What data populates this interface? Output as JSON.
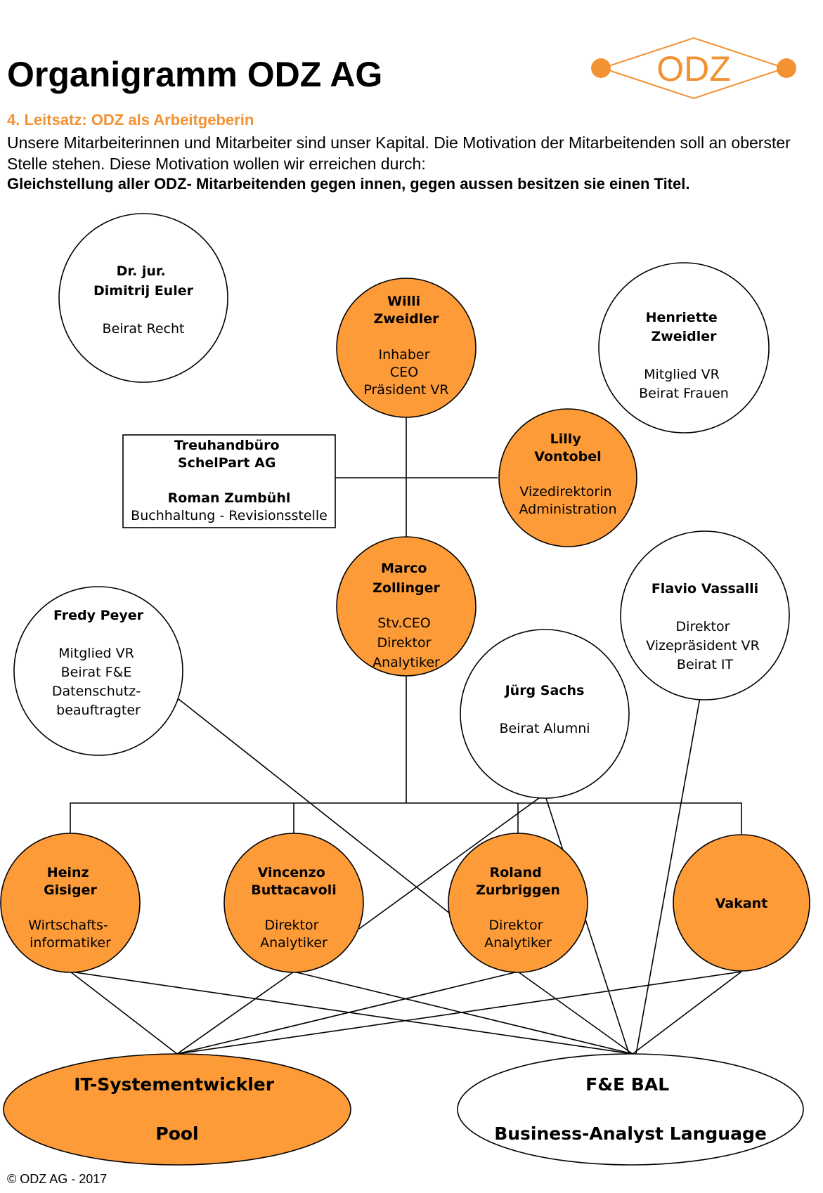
{
  "header": {
    "title": "Organigramm ODZ AG",
    "logo_text": "ODZ",
    "subtitle": "4. Leitsatz: ODZ als Arbeitgeberin",
    "paragraph": "Unsere Mitarbeiterinnen und Mitarbeiter sind unser Kapital. Die Motivation der Mitarbeitenden soll an oberster Stelle stehen. Diese Motivation wollen wir erreichen durch:",
    "bold_line": "Gleichstellung aller ODZ- Mitarbeitenden gegen innen, gegen aussen besitzen sie einen Titel."
  },
  "colors": {
    "accent": "#f29233",
    "node_fill": "#fd9b38",
    "line": "#000000",
    "white": "#ffffff"
  },
  "nodes": {
    "euler": {
      "name": [
        "Dr. jur.",
        "Dimitrij Euler"
      ],
      "role": [
        "Beirat Recht"
      ]
    },
    "willi": {
      "name": [
        "Willi",
        "Zweidler"
      ],
      "role": [
        "Inhaber",
        "CEO",
        "Präsident VR"
      ]
    },
    "henriette": {
      "name": [
        "Henriette",
        "Zweidler"
      ],
      "role": [
        "Mitglied VR",
        "Beirat Frauen"
      ]
    },
    "treuhand": {
      "name": [
        "Treuhandbüro",
        "SchelPart AG",
        "",
        "Roman Zumbühl"
      ],
      "role": [
        "Buchhaltung - Revisionsstelle"
      ]
    },
    "lilly": {
      "name": [
        "Lilly",
        "Vontobel"
      ],
      "role": [
        "Vizedirektorin",
        "Administration"
      ]
    },
    "marco": {
      "name": [
        "Marco",
        "Zollinger"
      ],
      "role": [
        "Stv.CEO",
        "Direktor",
        "Analytiker"
      ]
    },
    "fredy": {
      "name": [
        "Fredy Peyer"
      ],
      "role": [
        "Mitglied VR",
        "Beirat F&E",
        "Datenschutz-",
        "beauftragter"
      ]
    },
    "flavio": {
      "name": [
        "Flavio Vassalli"
      ],
      "role": [
        "Direktor",
        "Vizepräsident VR",
        "Beirat IT"
      ]
    },
    "juerg": {
      "name": [
        "Jürg Sachs"
      ],
      "role": [
        "Beirat Alumni"
      ]
    },
    "heinz": {
      "name": [
        "Heinz",
        "Gisiger"
      ],
      "role": [
        "Wirtschafts-",
        "informatiker"
      ]
    },
    "vincenzo": {
      "name": [
        "Vincenzo",
        "Buttacavoli"
      ],
      "role": [
        "Direktor",
        "Analytiker"
      ]
    },
    "roland": {
      "name": [
        "Roland",
        "Zurbriggen"
      ],
      "role": [
        "Direktor",
        "Analytiker"
      ]
    },
    "vakant": {
      "name": [
        "Vakant"
      ],
      "role": []
    }
  },
  "pools": {
    "it": {
      "line1": "IT-Systementwickler",
      "line2": "Pool"
    },
    "fe": {
      "line1": "F&E BAL",
      "line2": "Business-Analyst Language"
    }
  },
  "footer": "© ODZ AG - 2017"
}
